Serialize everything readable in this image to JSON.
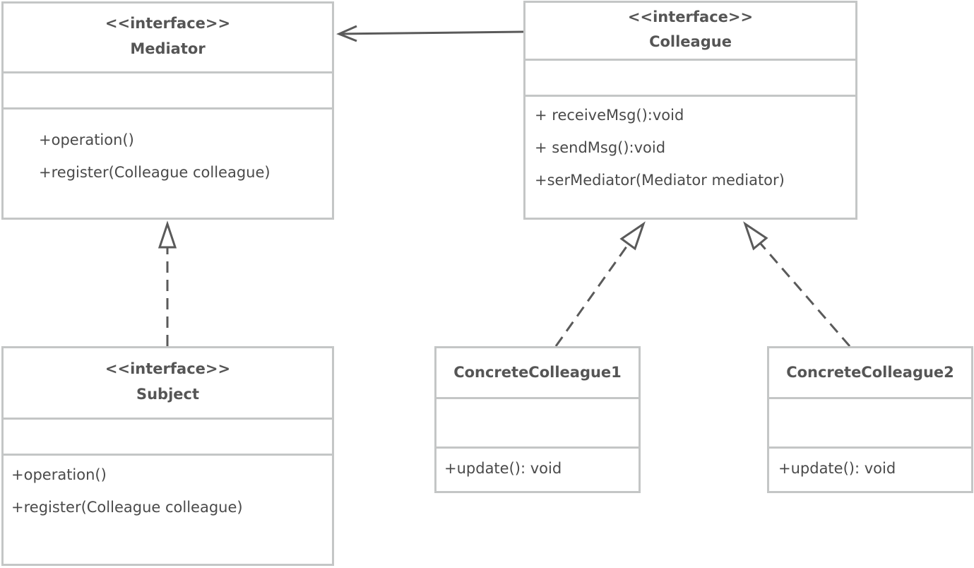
{
  "classes": {
    "mediator": {
      "stereotype": "<<interface>>",
      "name": "Mediator",
      "operations": [
        "+operation()",
        "+register(Colleague colleague)"
      ]
    },
    "colleague": {
      "stereotype": "<<interface>>",
      "name": "Colleague",
      "operations": [
        "+ receiveMsg():void",
        "+ sendMsg():void",
        "+serMediator(Mediator mediator)"
      ]
    },
    "subject": {
      "stereotype": "<<interface>>",
      "name": "Subject",
      "operations": [
        "+operation()",
        "+register(Colleague colleague)"
      ]
    },
    "concrete1": {
      "name": "ConcreteColleague1",
      "operations": [
        "+update(): void"
      ]
    },
    "concrete2": {
      "name": "ConcreteColleague2",
      "operations": [
        "+update(): void"
      ]
    }
  },
  "relations": [
    {
      "from": "Colleague",
      "to": "Mediator",
      "type": "association"
    },
    {
      "from": "Subject",
      "to": "Mediator",
      "type": "realization"
    },
    {
      "from": "ConcreteColleague1",
      "to": "Colleague",
      "type": "realization"
    },
    {
      "from": "ConcreteColleague2",
      "to": "Colleague",
      "type": "realization"
    }
  ],
  "colors": {
    "border": "#c4c6c6",
    "line": "#5a5a5a",
    "text": "#4a4a4a"
  }
}
